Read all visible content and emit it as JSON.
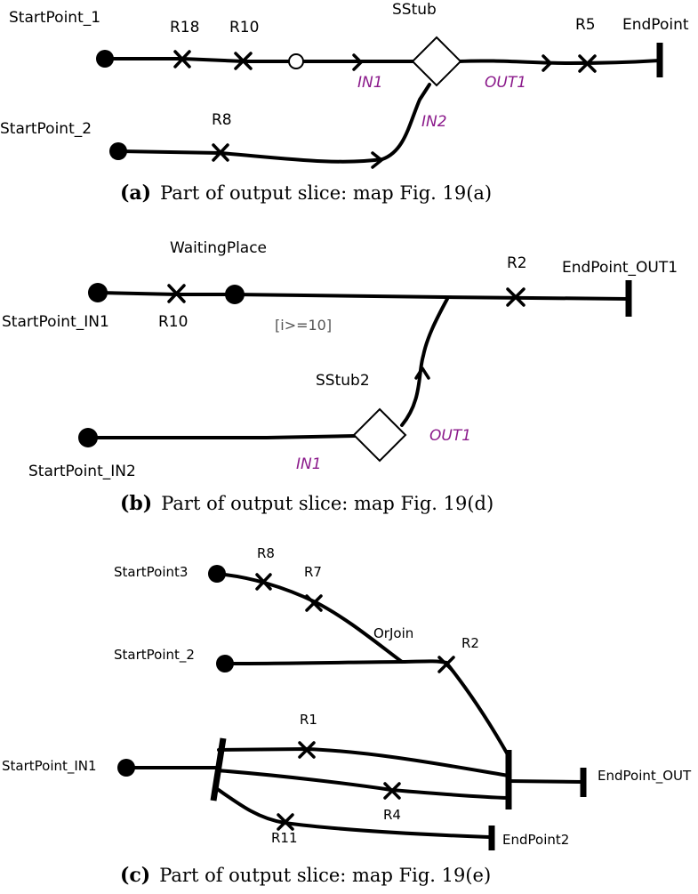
{
  "panel_a": {
    "start_1": "StartPoint_1",
    "start_2": "StartPoint_2",
    "r18": "R18",
    "r10": "R10",
    "r8": "R8",
    "r5": "R5",
    "stub": "SStub",
    "end": "EndPoint",
    "in1": "IN1",
    "in2": "IN2",
    "out1": "OUT1",
    "caption_tag": "(a)",
    "caption_text": "Part of output slice: map Fig. 19(a)"
  },
  "panel_b": {
    "start_in1": "StartPoint_IN1",
    "start_in2": "StartPoint_IN2",
    "waiting": "WaitingPlace",
    "r10": "R10",
    "r2": "R2",
    "condition": "[i>=10]",
    "end": "EndPoint_OUT1",
    "stub": "SStub2",
    "in1": "IN1",
    "out1": "OUT1",
    "caption_tag": "(b)",
    "caption_text": "Part of output slice: map Fig. 19(d)"
  },
  "panel_c": {
    "start3": "StartPoint3",
    "start2": "StartPoint_2",
    "start_in1": "StartPoint_IN1",
    "r8": "R8",
    "r7": "R7",
    "orjoin": "OrJoin",
    "r2": "R2",
    "r1": "R1",
    "r4": "R4",
    "r11": "R11",
    "end_out": "EndPoint_OUT",
    "end2": "EndPoint2",
    "caption_tag": "(c)",
    "caption_text": "Part of output slice: map Fig. 19(e)"
  }
}
